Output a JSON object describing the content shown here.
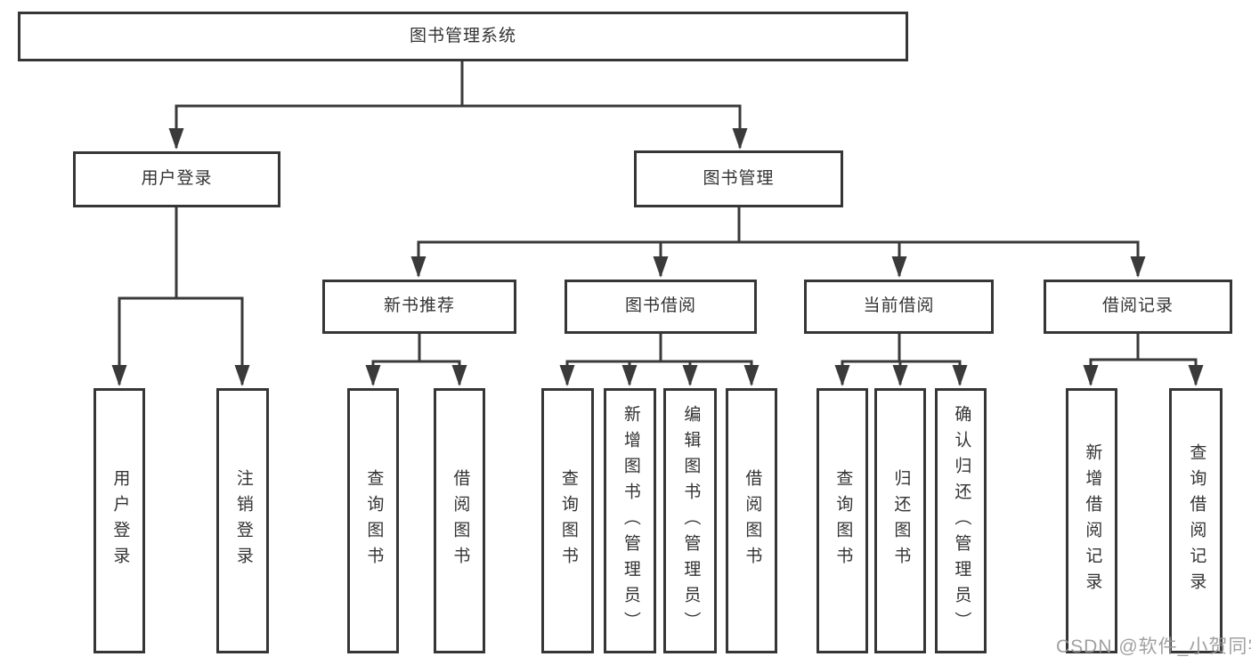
{
  "diagram": {
    "root_label": "图书管理系统",
    "branches": [
      {
        "label": "用户登录",
        "children": [
          {
            "label": "用户登录"
          },
          {
            "label": "注销登录"
          }
        ]
      },
      {
        "label": "图书管理",
        "children": [
          {
            "label": "新书推荐",
            "children": [
              {
                "label": "查询图书"
              },
              {
                "label": "借阅图书"
              }
            ]
          },
          {
            "label": "图书借阅",
            "children": [
              {
                "label": "查询图书"
              },
              {
                "label": "新增图书（管理员）"
              },
              {
                "label": "编辑图书（管理员）"
              },
              {
                "label": "借阅图书"
              }
            ]
          },
          {
            "label": "当前借阅",
            "children": [
              {
                "label": "查询图书"
              },
              {
                "label": "归还图书"
              },
              {
                "label": "确认归还（管理员）"
              }
            ]
          },
          {
            "label": "借阅记录",
            "children": [
              {
                "label": "新增借阅记录"
              },
              {
                "label": "查询借阅记录"
              }
            ]
          }
        ]
      }
    ],
    "colors": {
      "line": "#3a3a3a",
      "text": "#333333",
      "background": "#ffffff",
      "watermark": "#989898"
    }
  },
  "watermark": {
    "text": "CSDN @软件_小贺同学"
  }
}
